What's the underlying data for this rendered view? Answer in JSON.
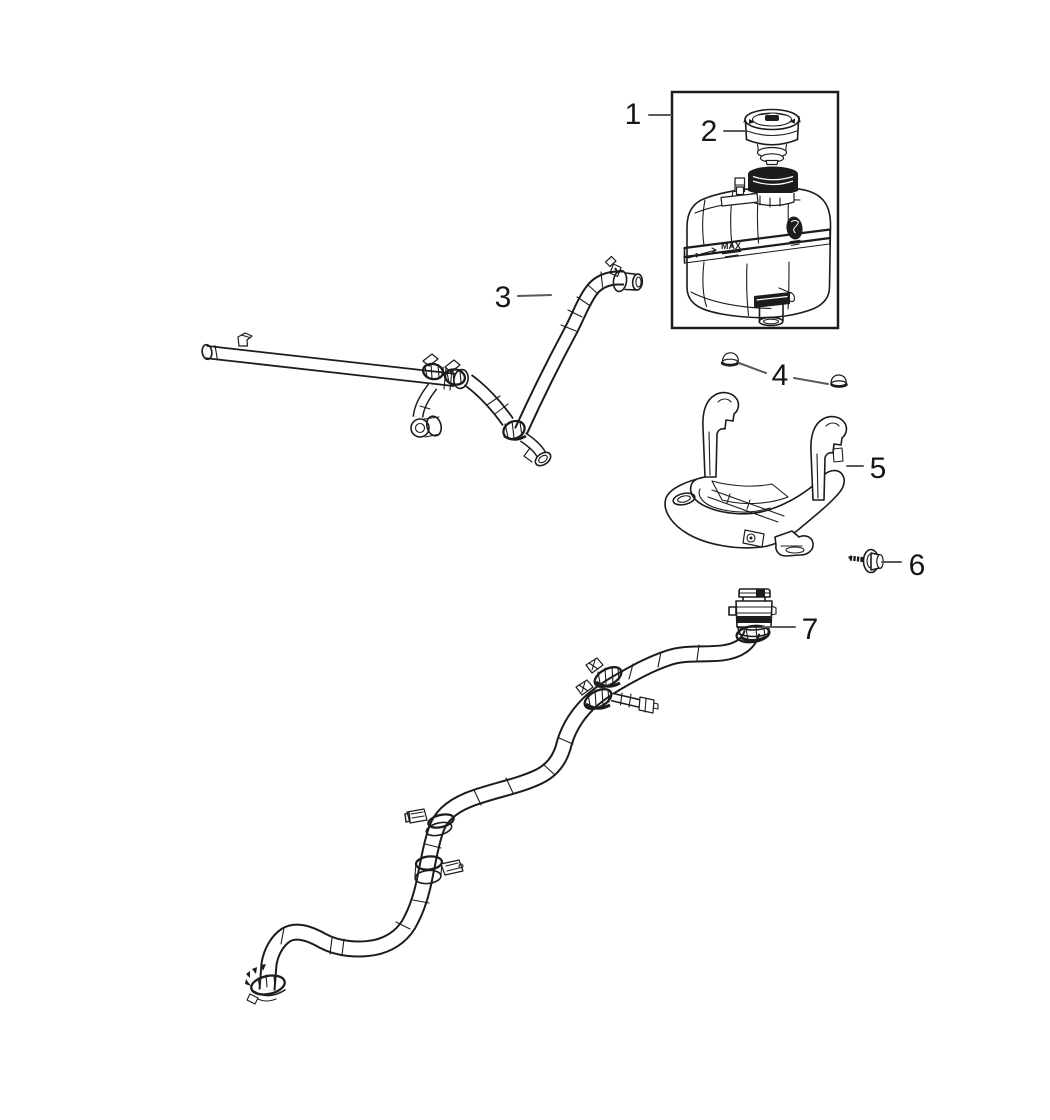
{
  "diagram": {
    "background_color": "#ffffff",
    "line_color": "#1c1c1c",
    "leader_color": "#5a5a5a"
  },
  "callouts": [
    {
      "number": "1",
      "part": "coolant reservoir assembly (boxed)"
    },
    {
      "number": "2",
      "part": "pressure cap"
    },
    {
      "number": "3",
      "part": "coolant hose assembly with tube and clamps"
    },
    {
      "number": "4",
      "part": "nut (x2)"
    },
    {
      "number": "5",
      "part": "reservoir mounting bracket"
    },
    {
      "number": "6",
      "part": "screw"
    },
    {
      "number": "7",
      "part": "coolant hose with quick connector and clamps"
    }
  ],
  "tank_markings": {
    "max_label": "MAX",
    "logo": "ram-head-badge"
  }
}
